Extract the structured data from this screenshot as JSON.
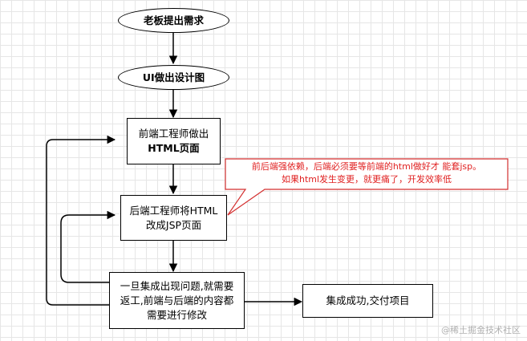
{
  "diagram": {
    "nodes": {
      "boss": "老板提出需求",
      "ui": "UI做出设计图",
      "frontend": {
        "line1": "前端工程师做出",
        "line2": "HTML页面"
      },
      "backend": {
        "line1": "后端工程师将HTML",
        "line2": "改成JSP页面"
      },
      "issue": {
        "line1": "一旦集成出现问题,就需要",
        "line2": "返工,前端与后端的内容都",
        "line3": "需要进行修改"
      },
      "success": "集成成功,交付项目"
    },
    "callout": {
      "line1": "前后端强依赖，后端必须要等前端的html做好才 能套jsp。",
      "line2": "如果html发生变更，就更痛了，开发效率低"
    },
    "colors": {
      "stroke": "#000000",
      "callout_border": "#d32f2f",
      "callout_text": "#e02020"
    }
  },
  "watermark": "@稀土掘金技术社区"
}
